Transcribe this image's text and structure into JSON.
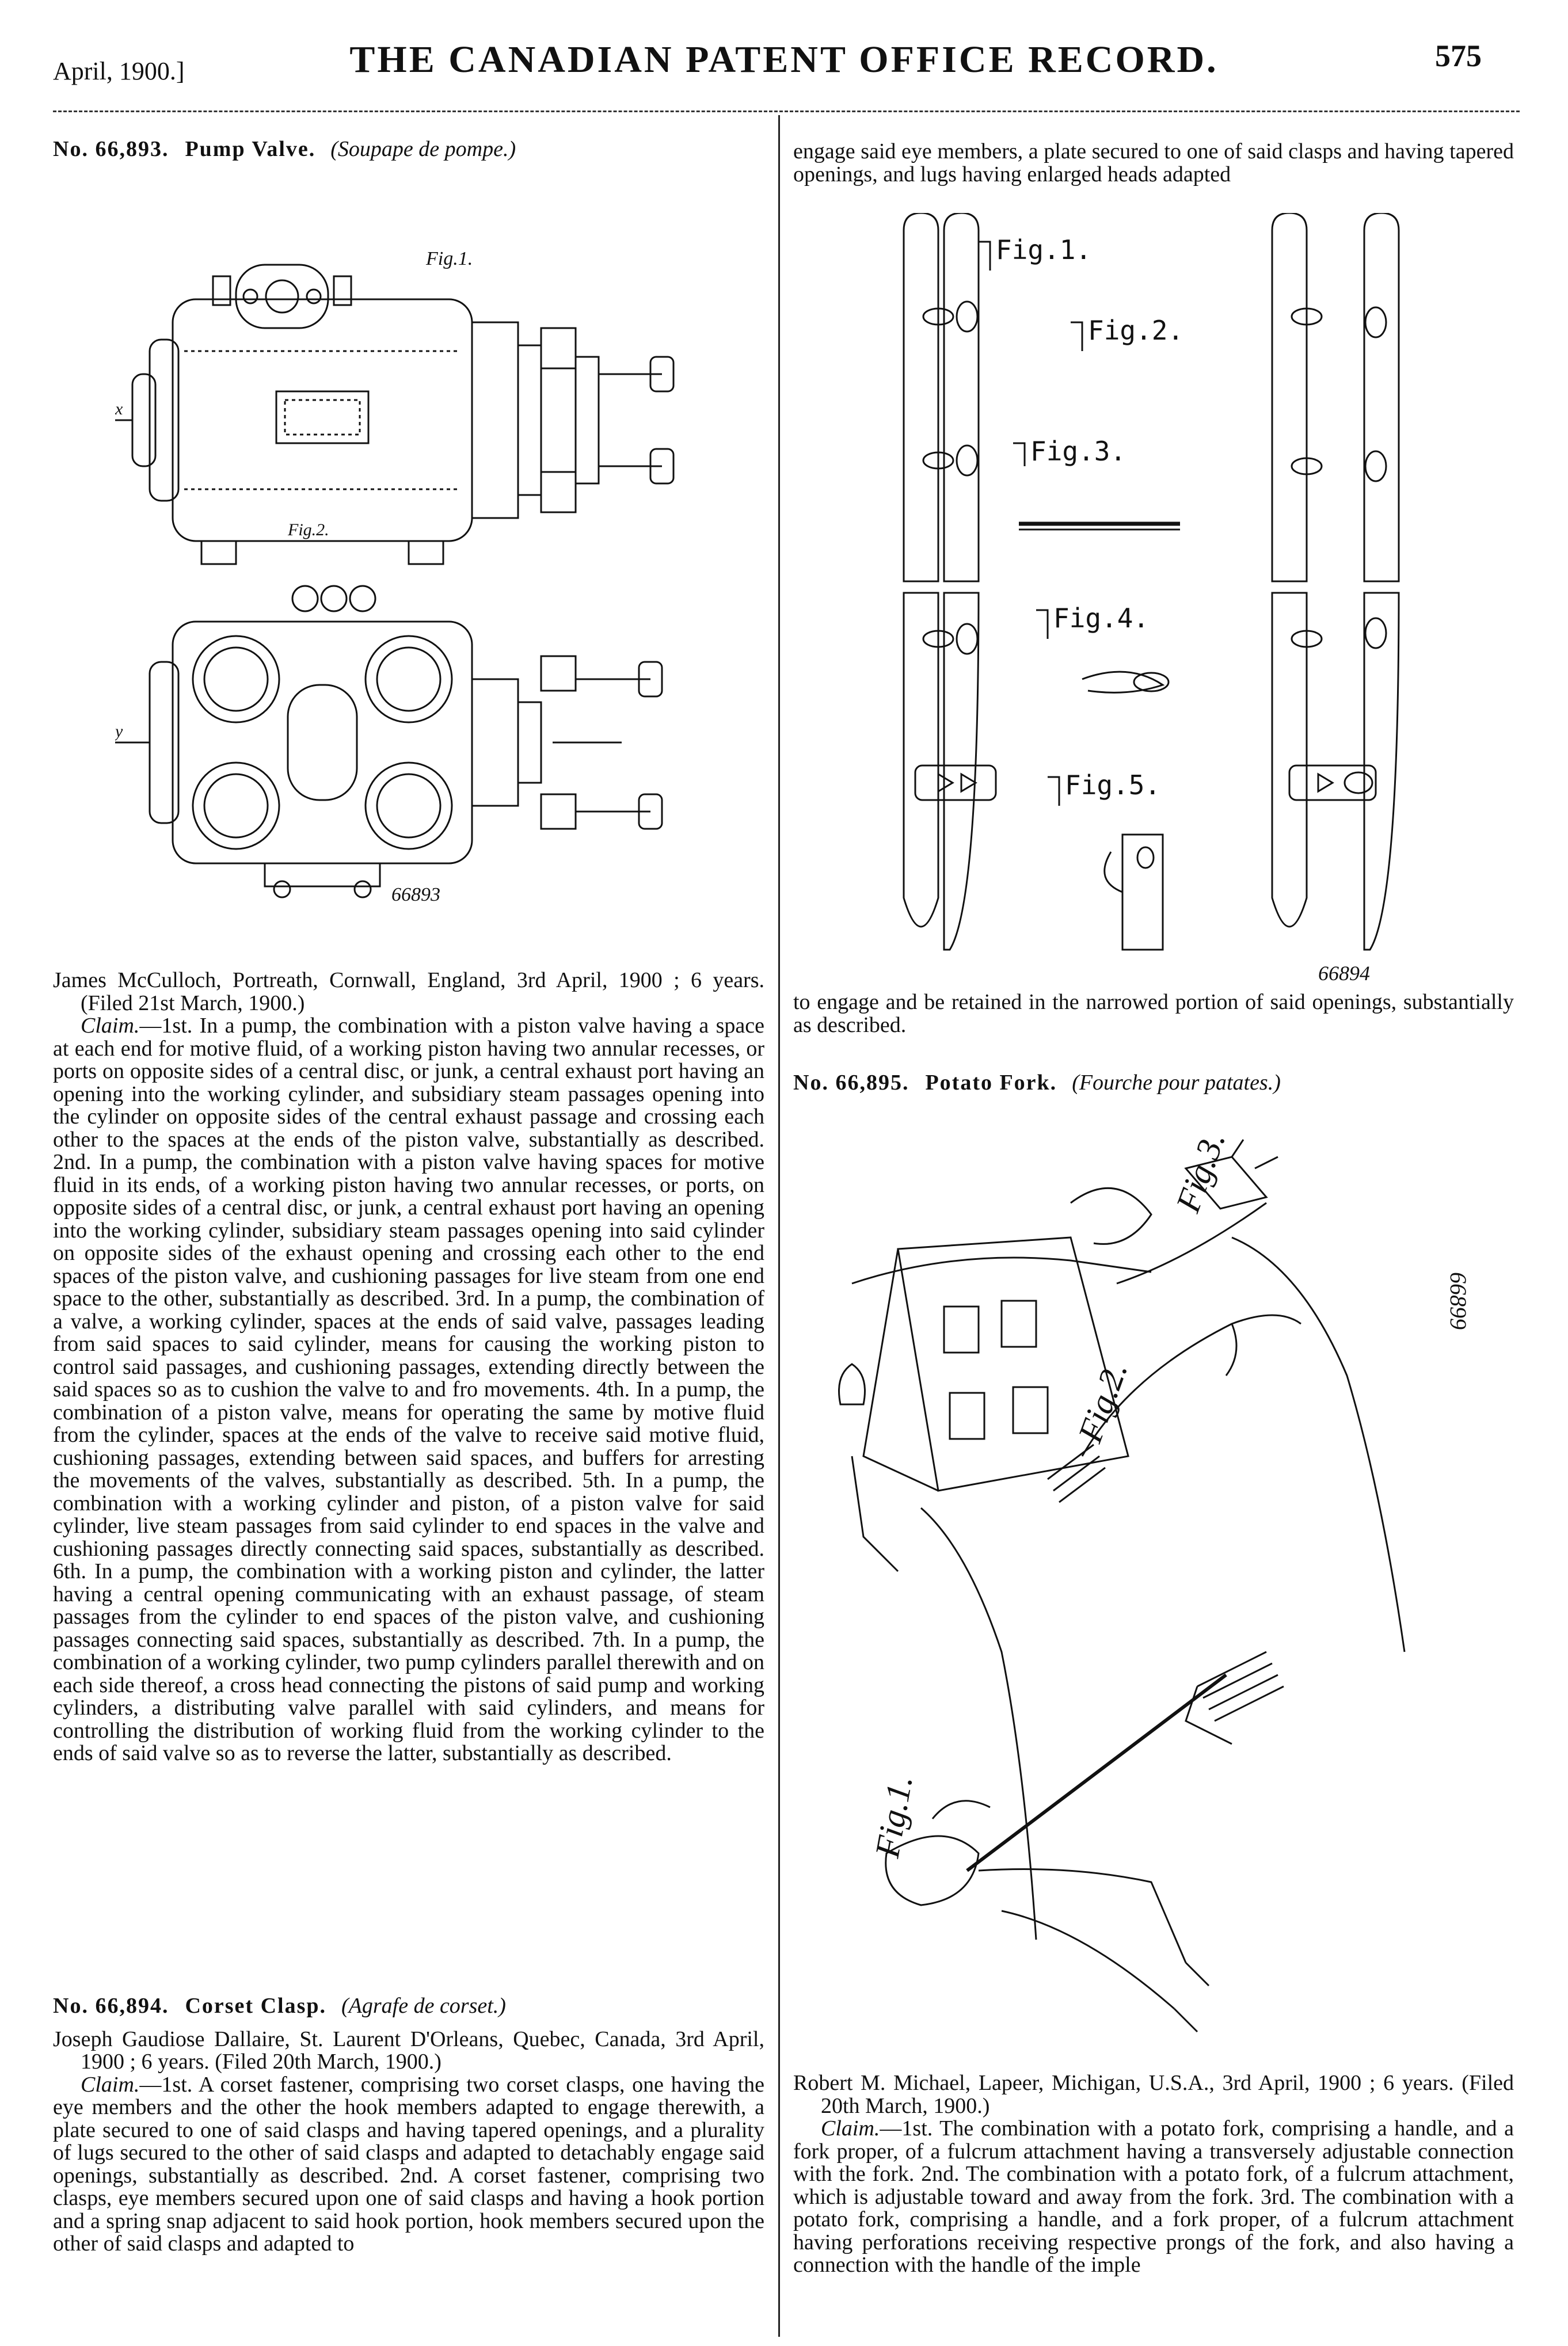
{
  "header": {
    "date": "April, 1900.]",
    "title": "THE CANADIAN PATENT OFFICE RECORD.",
    "page_number": "575"
  },
  "entries": {
    "pump_valve": {
      "number": "No. 66,893.",
      "name": "Pump Valve.",
      "french": "(Soupape de pompe.)",
      "figure_number": "66893",
      "figure_labels": {
        "fig1": "Fig.1.",
        "fig2": "Fig.2.",
        "x": "x",
        "y": "y"
      },
      "inventor": "James McCulloch, Portreath, Cornwall, England, 3rd April, 1900 ; 6 years. (Filed 21st March, 1900.)",
      "claim_label": "Claim.",
      "claim": "—1st. In a pump, the combination with a piston valve having a space at each end for motive fluid, of a working piston having two annular recesses, or ports on opposite sides of a central disc, or junk, a central exhaust port having an opening into the working cylinder, and subsidiary steam passages opening into the cylinder on opposite sides of the central exhaust passage and crossing each other to the spaces at the ends of the piston valve, substantially as described. 2nd. In a pump, the combination with a piston valve having spaces for motive fluid in its ends, of a working piston having two annular recesses, or ports, on opposite sides of a central disc, or junk, a central exhaust port having an opening into the working cylinder, subsidiary steam passages opening into said cylinder on opposite sides of the exhaust opening and crossing each other to the end spaces of the piston valve, and cushioning passages for live steam from one end space to the other, substantially as described. 3rd. In a pump, the combination of a valve, a working cylinder, spaces at the ends of said valve, passages leading from said spaces to said cylinder, means for causing the working piston to control said passages, and cushioning passages, extending directly between the said spaces so as to cushion the valve to and fro movements. 4th. In a pump, the combination of a piston valve, means for operating the same by motive fluid from the cylinder, spaces at the ends of the valve to receive said motive fluid, cushioning passages, extending between said spaces, and buffers for arresting the movements of the valves, substantially as described. 5th. In a pump, the combination with a working cylinder and piston, of a piston valve for said cylinder, live steam passages from said cylinder to end spaces in the valve and cushioning passages directly connecting said spaces, substantially as described. 6th. In a pump, the combination with a working piston and cylinder, the latter having a central opening communicating with an exhaust passage, of steam passages from the cylinder to end spaces of the piston valve, and cushioning passages connecting said spaces, substantially as described. 7th. In a pump, the combination of a working cylinder, two pump cylinders parallel therewith and on each side thereof, a cross head connecting the pistons of said pump and working cylinders, a distributing valve parallel with said cylinders, and means for controlling the distribution of working fluid from the working cylinder to the ends of said valve so as to reverse the latter, substantially as described."
    },
    "corset_clasp": {
      "number": "No. 66,894.",
      "name": "Corset Clasp.",
      "french": "(Agrafe de corset.)",
      "figure_number": "66894",
      "figure_labels": [
        "Fig.1.",
        "Fig.2.",
        "Fig.3.",
        "Fig.4.",
        "Fig.5."
      ],
      "inventor": "Joseph Gaudiose Dallaire, St. Laurent D'Orleans, Quebec, Canada, 3rd April, 1900 ; 6 years. (Filed 20th March, 1900.)",
      "claim_label": "Claim.",
      "claim_part1": "—1st. A corset fastener, comprising two corset clasps, one having the eye members and the other the hook members adapted to engage therewith, a plate secured to one of said clasps and having tapered openings, and a plurality of lugs secured to the other of said clasps and adapted to detachably engage said openings, substantially as described. 2nd. A corset fastener, comprising two clasps, eye members secured upon one of said clasps and having a hook portion and a spring snap adjacent to said hook portion, hook members secured upon the other of said clasps and adapted to",
      "claim_part2": "engage said eye members, a plate secured to one of said clasps and having tapered openings, and lugs having enlarged heads adapted",
      "claim_part3": "to engage and be retained in the narrowed portion of said openings, substantially as described."
    },
    "potato_fork": {
      "number": "No. 66,895.",
      "name": "Potato Fork.",
      "french": "(Fourche pour patates.)",
      "figure_number": "66899",
      "figure_labels": [
        "Fig.1.",
        "Fig.2.",
        "Fig.3."
      ],
      "inventor": "Robert M. Michael, Lapeer, Michigan, U.S.A., 3rd April, 1900 ; 6 years. (Filed 20th March, 1900.)",
      "claim_label": "Claim.",
      "claim": "—1st. The combination with a potato fork, comprising a handle, and a fork proper, of a fulcrum attachment having a transversely adjustable connection with the fork. 2nd. The combination with a potato fork, of a fulcrum attachment, which is adjustable toward and away from the fork. 3rd. The combination with a potato fork, comprising a handle, and a fork proper, of a fulcrum attachment having perforations receiving respective prongs of the fork, and also having a connection with the handle of the imple"
    }
  }
}
